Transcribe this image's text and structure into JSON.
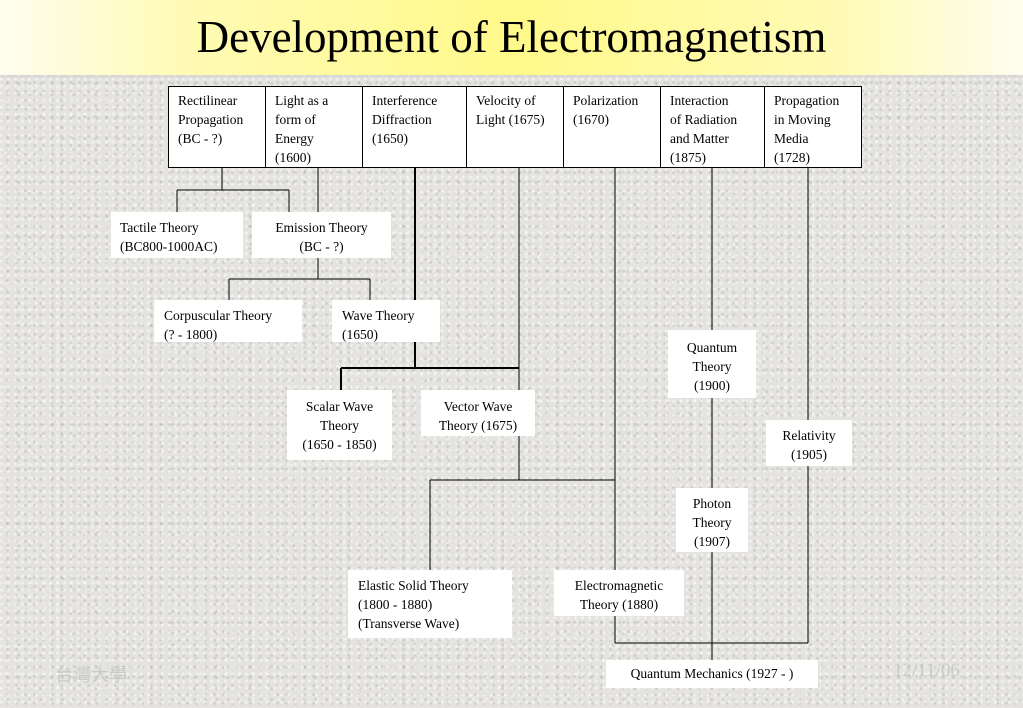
{
  "slide": {
    "title": "Development of Electromagnetism",
    "footer_left": "台灣大學",
    "footer_right": "12/11/06"
  },
  "header_boxes": [
    {
      "lines": [
        "Rectilinear",
        "Propagation",
        "(BC - ?)"
      ]
    },
    {
      "lines": [
        "Light as a",
        "form of",
        "Energy",
        "(1600)"
      ]
    },
    {
      "lines": [
        "Interference",
        "Diffraction",
        "(1650)"
      ]
    },
    {
      "lines": [
        "Velocity of",
        "Light (1675)"
      ]
    },
    {
      "lines": [
        "Polarization",
        "(1670)"
      ]
    },
    {
      "lines": [
        "Interaction",
        "of Radiation",
        "and Matter",
        "(1875)"
      ]
    },
    {
      "lines": [
        "Propagation",
        "in Moving",
        "Media",
        "(1728)"
      ]
    }
  ],
  "nodes": {
    "tactile": {
      "lines": [
        "Tactile Theory",
        "(BC800-1000AC)"
      ]
    },
    "emission": {
      "lines": [
        "Emission Theory",
        "(BC - ?)"
      ]
    },
    "corpuscular": {
      "lines": [
        "Corpuscular Theory",
        "(? - 1800)"
      ]
    },
    "wave": {
      "lines": [
        "Wave Theory",
        "(1650)"
      ]
    },
    "quantum": {
      "lines": [
        "Quantum",
        "Theory",
        "(1900)"
      ]
    },
    "scalar": {
      "lines": [
        "Scalar Wave",
        "Theory",
        "(1650 - 1850)"
      ]
    },
    "vector": {
      "lines": [
        "Vector Wave",
        "Theory (1675)"
      ]
    },
    "relativity": {
      "lines": [
        "Relativity",
        "(1905)"
      ]
    },
    "photon": {
      "lines": [
        "Photon",
        "Theory",
        "(1907)"
      ]
    },
    "elastic": {
      "lines": [
        "Elastic Solid Theory",
        "(1800 - 1880)",
        "(Transverse Wave)"
      ]
    },
    "electromagnetic": {
      "lines": [
        "Electromagnetic",
        "Theory (1880)"
      ]
    },
    "qm": {
      "lines": [
        "Quantum Mechanics (1927 - )"
      ]
    }
  }
}
